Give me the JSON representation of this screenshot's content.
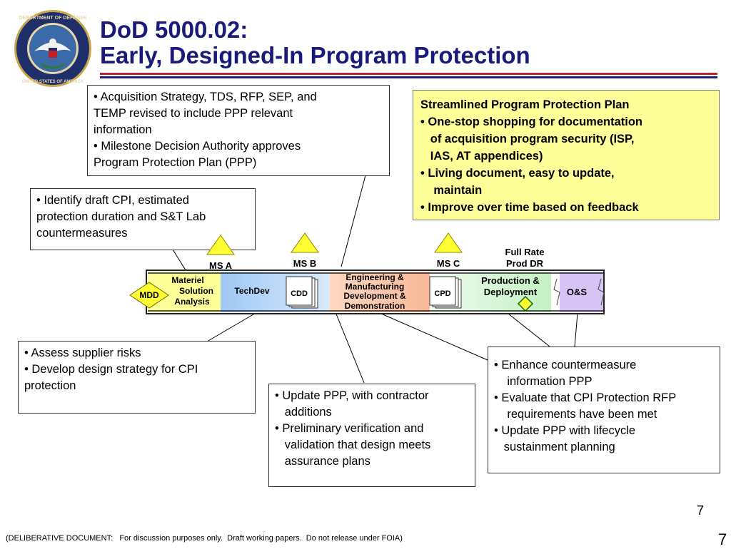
{
  "title": {
    "line1": "DoD 5000.02:",
    "line2": "Early, Designed-In Program Protection"
  },
  "seal": {
    "icon": "dod-seal-icon",
    "text": "DEPARTMENT OF DEFENSE UNITED STATES OF AMERICA"
  },
  "callouts": {
    "acquisition": {
      "lines": [
        "• Acquisition Strategy, TDS, RFP, SEP, and",
        "TEMP revised to include PPP relevant",
        "information",
        "• Milestone Decision Authority approves",
        "Program Protection Plan (PPP)"
      ]
    },
    "identify": {
      "lines": [
        "• Identify draft CPI, estimated",
        "protection duration and S&T Lab",
        "countermeasures"
      ]
    },
    "streamlined": {
      "lines": [
        "Streamlined Program Protection Plan",
        "• One-stop shopping for documentation",
        "   of acquisition program security (ISP,",
        "   IAS, AT appendices)",
        "• Living document, easy to update,",
        "    maintain",
        "• Improve over time based on feedback"
      ]
    },
    "assess": {
      "lines": [
        "• Assess supplier risks",
        "• Develop design strategy for CPI",
        "protection"
      ]
    },
    "update": {
      "lines": [
        "• Update PPP, with contractor",
        "   additions",
        "• Preliminary verification and",
        "   validation that design meets",
        "   assurance plans"
      ]
    },
    "enhance": {
      "lines": [
        "• Enhance countermeasure",
        "    information PPP",
        "• Evaluate that CPI Protection RFP",
        "    requirements have been met",
        "• Update PPP with lifecycle",
        "   sustainment planning"
      ]
    }
  },
  "timeline": {
    "milestones": {
      "ms_a": "MS A",
      "ms_b": "MS B",
      "ms_c": "MS C",
      "frp_line1": "Full Rate",
      "frp_line2": "Prod DR"
    },
    "mdd": "MDD",
    "phases": {
      "materiel": [
        "Materiel",
        "Solution",
        "Analysis"
      ],
      "techdev": "TechDev",
      "emd": [
        "Engineering &",
        "Manufacturing",
        "Development &",
        "Demonstration"
      ],
      "production": [
        "Production &",
        "Deployment"
      ],
      "os": "O&S"
    },
    "documents": {
      "cdd": "CDD",
      "cpd": "CPD"
    }
  },
  "page_numbers": {
    "inner": "7",
    "outer": "7"
  },
  "footer": "(DELIBERATIVE DOCUMENT:   For discussion purposes only.  Draft working papers.  Do not release under FOIA)",
  "colors": {
    "title": "#1a1a7a",
    "rule_red": "#c0202a",
    "rule_blue": "#1a1a7a",
    "milestone_yellow": "#ffff33",
    "callout_yellow": "#ffff99"
  }
}
